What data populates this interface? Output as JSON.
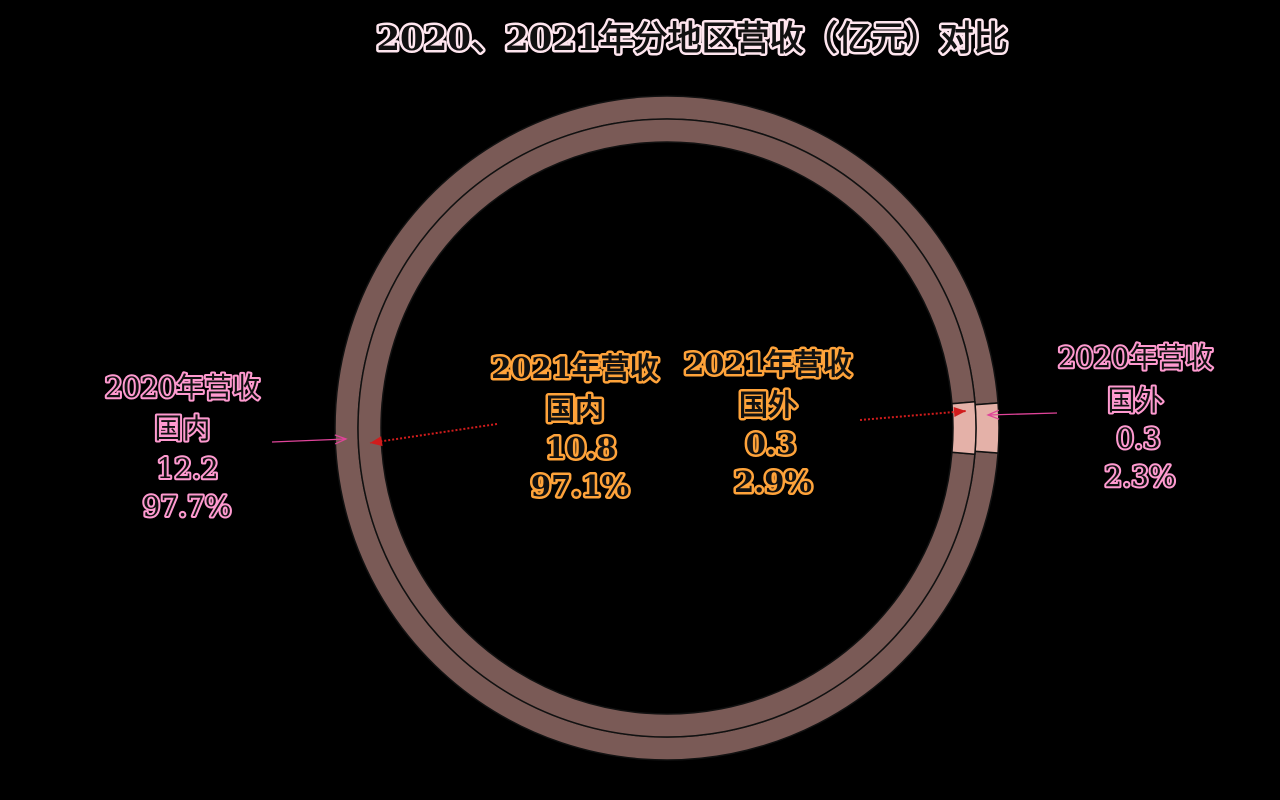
{
  "chart_data": {
    "type": "pie",
    "title": "2020、2021年分地区营收（亿元）对比",
    "rings": [
      {
        "name": "2020年营收",
        "position": "outer",
        "slices": [
          {
            "label": "国内",
            "value": 12.2,
            "value_text": "12.2",
            "percent": 97.7,
            "percent_text": "97.7%",
            "color": "#7a5a56"
          },
          {
            "label": "国外",
            "value": 0.3,
            "value_text": "0.3",
            "percent": 2.3,
            "percent_text": "2.3%",
            "color": "#e4b1a8"
          }
        ]
      },
      {
        "name": "2021年营收",
        "position": "inner",
        "slices": [
          {
            "label": "国内",
            "value": 10.8,
            "value_text": "10.8",
            "percent": 97.1,
            "percent_text": "97.1%",
            "color": "#7a5a56"
          },
          {
            "label": "国外",
            "value": 0.3,
            "value_text": "0.3",
            "percent": 2.9,
            "percent_text": "2.9%",
            "color": "#e4b1a8"
          }
        ]
      }
    ],
    "colors": {
      "background": "#000000",
      "ring_border": "#111111",
      "leader_2020": "#e0449a",
      "leader_2021": "#d01c1c"
    }
  }
}
